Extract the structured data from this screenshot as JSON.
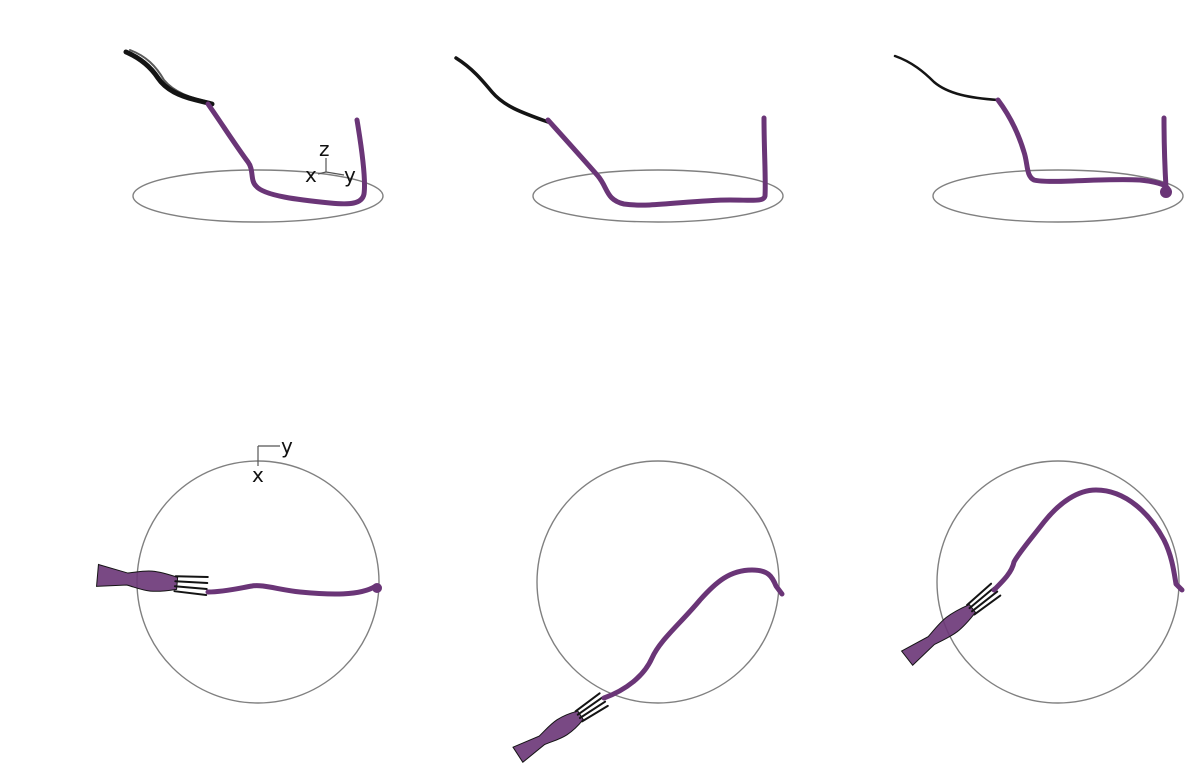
{
  "figure": {
    "colors": {
      "trajectory": "#6a3577",
      "tool_dark": "#141414",
      "plate_outline": "#808080",
      "axis_text": "#111111"
    },
    "top_row": {
      "view": "perspective",
      "axis_labels": {
        "z": "z",
        "x": "x",
        "y": "y"
      },
      "panels": 3
    },
    "bottom_row": {
      "view": "top-down",
      "axis_labels": {
        "y": "y",
        "x": "x"
      },
      "panels": 3
    }
  }
}
